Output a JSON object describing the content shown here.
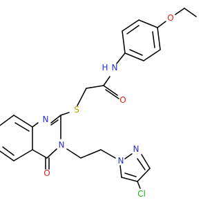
{
  "colors": {
    "carbon_bond": "#000000",
    "nitrogen": "#2d2dd6",
    "oxygen": "#e02020",
    "sulfur": "#b3a300",
    "chlorine": "#1fae1f",
    "background": "#ffffff"
  },
  "atom_labels": {
    "ether_oxygen": "O",
    "amide_nh": "N",
    "amide_h": "H",
    "amide_oxygen": "O",
    "thioether_sulfur": "S",
    "quinazoline_n1": "N",
    "quinazoline_n3": "N",
    "quinazolinone_oxygen": "O",
    "pyrazole_n1": "N",
    "pyrazole_n2": "N",
    "chloro_cl": "Cl"
  }
}
